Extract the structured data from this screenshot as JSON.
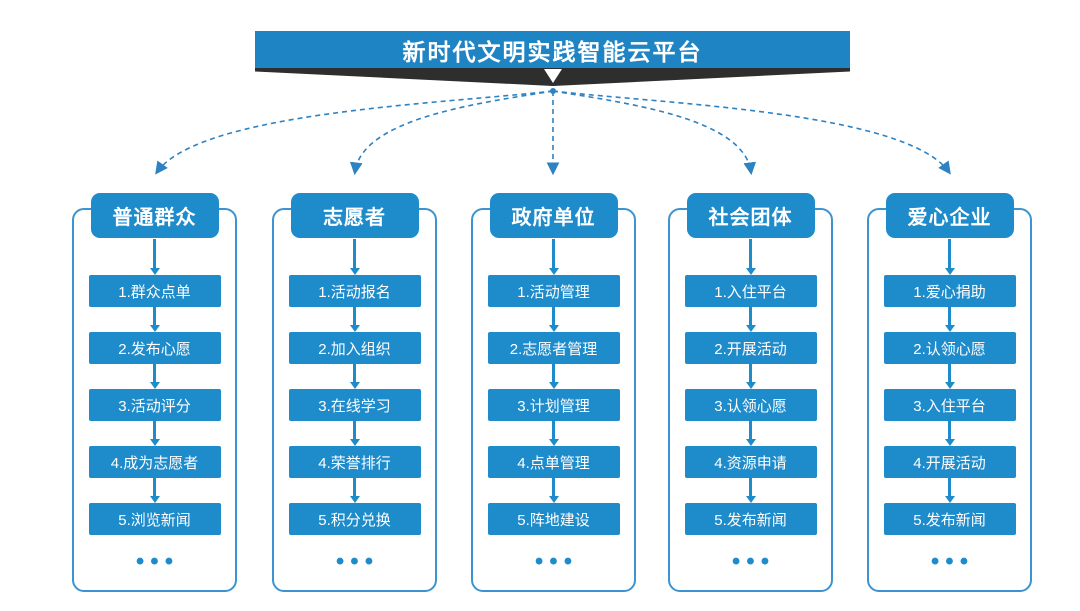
{
  "banner": {
    "title": "新时代文明实践智能云平台"
  },
  "colors": {
    "accent": "#1e8bcb",
    "accent-dark": "#1f84c4",
    "dashed": "#2c82c2",
    "border": "#3c93cf",
    "ribbon": "#2e2e2e",
    "bg": "#ffffff"
  },
  "columns": [
    {
      "header": "普通群众",
      "items": [
        "1.群众点单",
        "2.发布心愿",
        "3.活动评分",
        "4.成为志愿者",
        "5.浏览新闻"
      ],
      "more": "•••"
    },
    {
      "header": "志愿者",
      "items": [
        "1.活动报名",
        "2.加入组织",
        "3.在线学习",
        "4.荣誉排行",
        "5.积分兑换"
      ],
      "more": "•••"
    },
    {
      "header": "政府单位",
      "items": [
        "1.活动管理",
        "2.志愿者管理",
        "3.计划管理",
        "4.点单管理",
        "5.阵地建设"
      ],
      "more": "•••"
    },
    {
      "header": "社会团体",
      "items": [
        "1.入住平台",
        "2.开展活动",
        "3.认领心愿",
        "4.资源申请",
        "5.发布新闻"
      ],
      "more": "•••"
    },
    {
      "header": "爱心企业",
      "items": [
        "1.爱心捐助",
        "2.认领心愿",
        "3.入住平台",
        "4.开展活动",
        "5.发布新闻"
      ],
      "more": "•••"
    }
  ]
}
